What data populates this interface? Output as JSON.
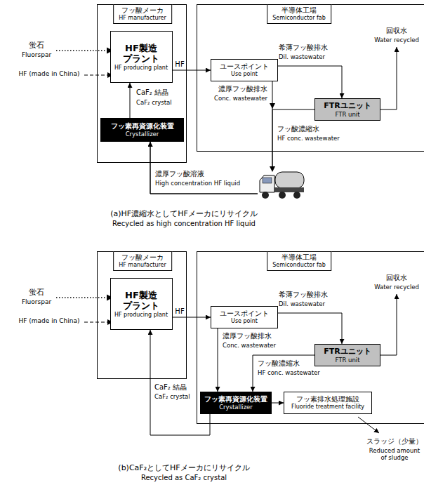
{
  "diagram": {
    "nodes": [
      {
        "text": [
          "フッ酸メーカ",
          "HF manufacturer"
        ]
      },
      {
        "text": [
          "HF製造 プラント",
          "HF producing plant"
        ],
        "in": 0
      },
      {
        "text": [
          "フッ素再資源化装置",
          "Crystallizer"
        ],
        "in": 0
      },
      {
        "text": [
          "半導体工場",
          "Semiconductor fab"
        ]
      },
      {
        "text": [
          "ユースポイント",
          "Use point"
        ],
        "in": 3
      },
      {
        "text": [
          "FTRユニット",
          "FTR unit"
        ],
        "in": 3
      },
      {
        "text": [
          "フッ酸メーカ",
          "HF manufacturer"
        ]
      },
      {
        "text": [
          "HF製造 プラント",
          "HF producing plant"
        ],
        "in": 6
      },
      {
        "text": [
          "半導体工場",
          "Semiconductor fab"
        ]
      },
      {
        "text": [
          "ユースポイント",
          "Use point"
        ],
        "in": 8
      },
      {
        "text": [
          "FTRユニット",
          "FTR unit"
        ],
        "in": 8
      },
      {
        "text": [
          "フッ素再資源化装置",
          "Crystallizer"
        ],
        "in": 8
      },
      {
        "text": [
          "フッ素排水処理施設",
          "Fluoride treatment facility"
        ],
        "in": 8
      }
    ],
    "edges": [
      {
        "from": 1,
        "to": 4,
        "label": "HF",
        "arrow": "to"
      },
      {
        "from": 4,
        "to": 5,
        "label": "希薄フッ酸排水",
        "arrow": "to"
      },
      {
        "from": 4,
        "to": 2,
        "label": "濃厚フッ酸排水",
        "arrow": "to"
      },
      {
        "from": 5,
        "to": 2,
        "label": "フッ酸濃縮水",
        "arrow": "to"
      },
      {
        "from": 2,
        "to": 1,
        "label": "CaF₂ 結晶",
        "arrow": "to"
      },
      {
        "from": 7,
        "to": 9,
        "label": "HF",
        "arrow": "to"
      },
      {
        "from": 9,
        "to": 10,
        "label": "希薄フッ酸排水",
        "arrow": "to"
      },
      {
        "from": 9,
        "to": 11,
        "label": "濃厚フッ酸排水",
        "arrow": "to"
      },
      {
        "from": 10,
        "to": 11,
        "label": "フッ酸濃縮水",
        "arrow": "to"
      },
      {
        "from": 11,
        "to": 12,
        "arrow": "to"
      },
      {
        "from": 11,
        "to": 7,
        "label": "CaF₂ 結晶",
        "arrow": "to"
      }
    ],
    "labels": [
      "蛍石",
      "Fluorspar",
      "HF (made in China)",
      "回収水",
      "Water recycled",
      "Dil. wastewater",
      "Conc. wastewater",
      "HF conc. wastewater",
      "CaF₂ crystal",
      "濃厚フッ酸溶液",
      "High concentration HF liquid",
      "(a)HF濃縮水としてHFメーカにリサイクル",
      "Recycled as high concentration HF liquid",
      "蛍石",
      "Fluorspar",
      "HF (made in China)",
      "回収水",
      "Water recycled",
      "Dil. wastewater",
      "Conc. wastewater",
      "HF conc. wastewater",
      "CaF₂ crystal",
      "スラッジ（少量）",
      "Reduced amount of sludge",
      "(b)CaF₂としてHFメーカにリサイクル",
      "Recycled as CaF₂ crystal"
    ]
  }
}
